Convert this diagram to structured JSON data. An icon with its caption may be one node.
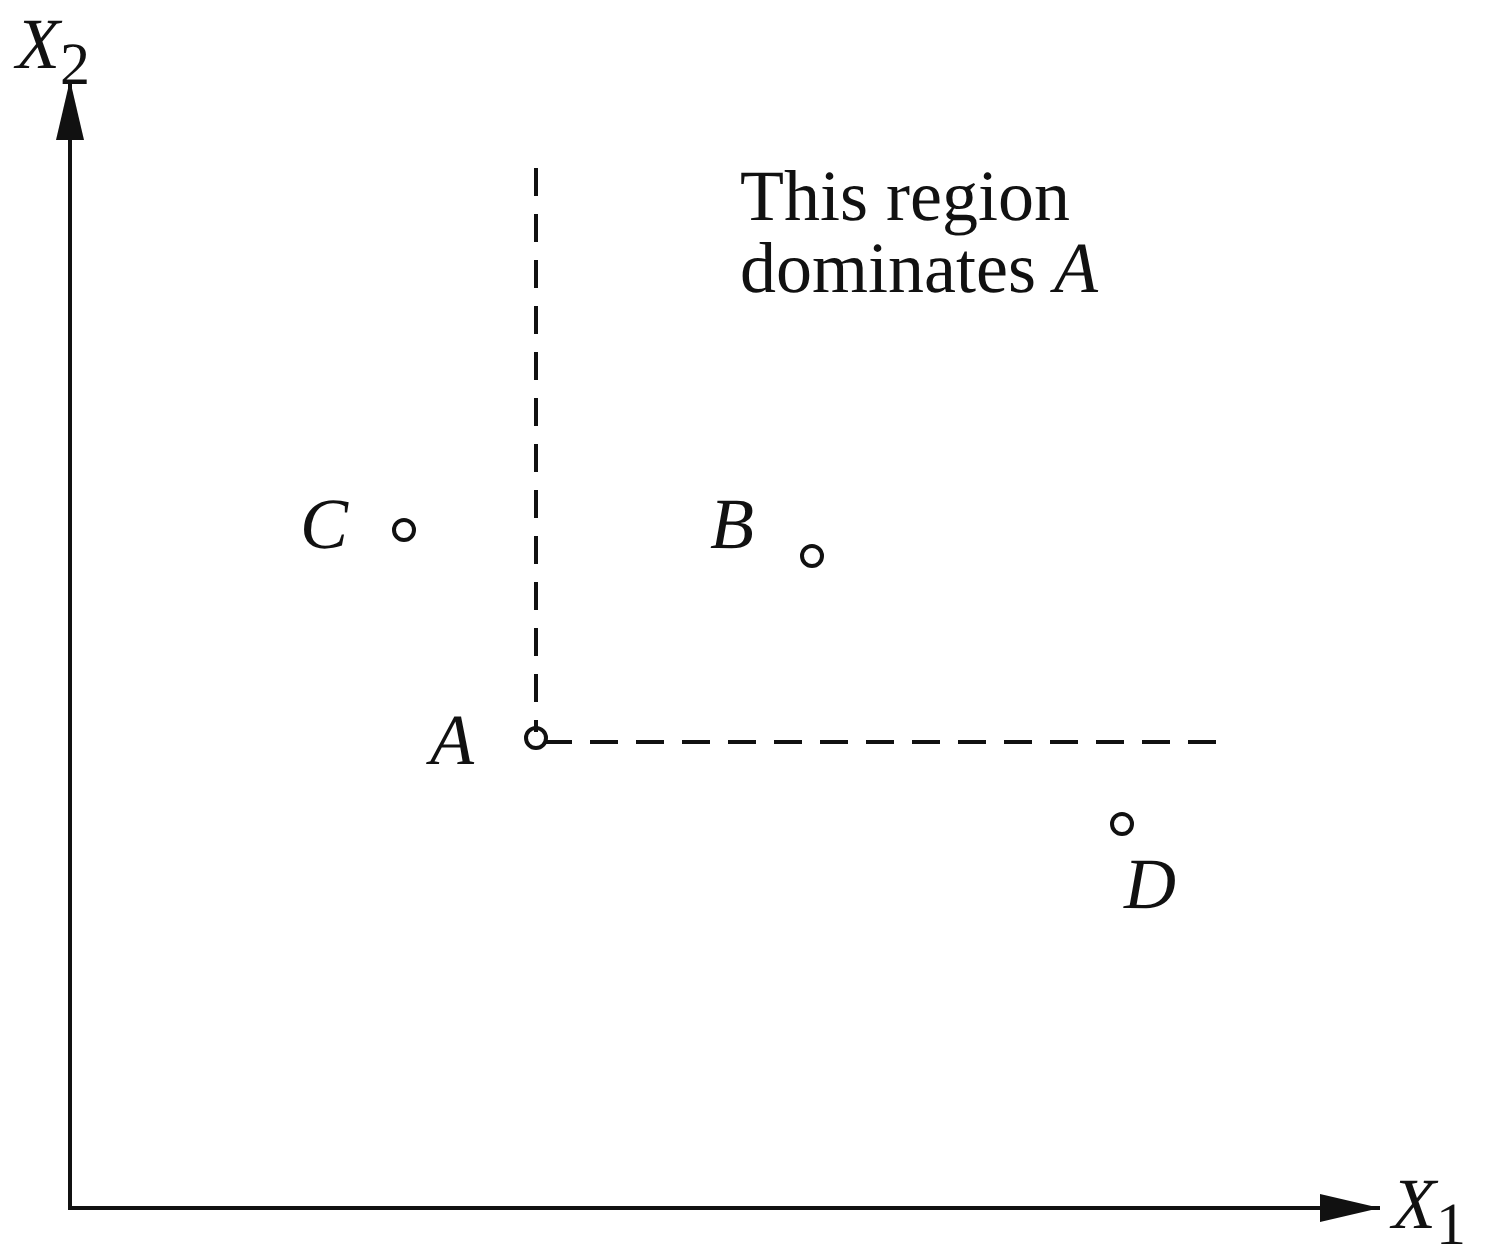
{
  "diagram": {
    "labels": [
      "*X*$_{2}$",
      "This region dominates *A*",
      "C",
      "B",
      "A",
      "D",
      "*X*$_{1}$"
    ]
  }
}
